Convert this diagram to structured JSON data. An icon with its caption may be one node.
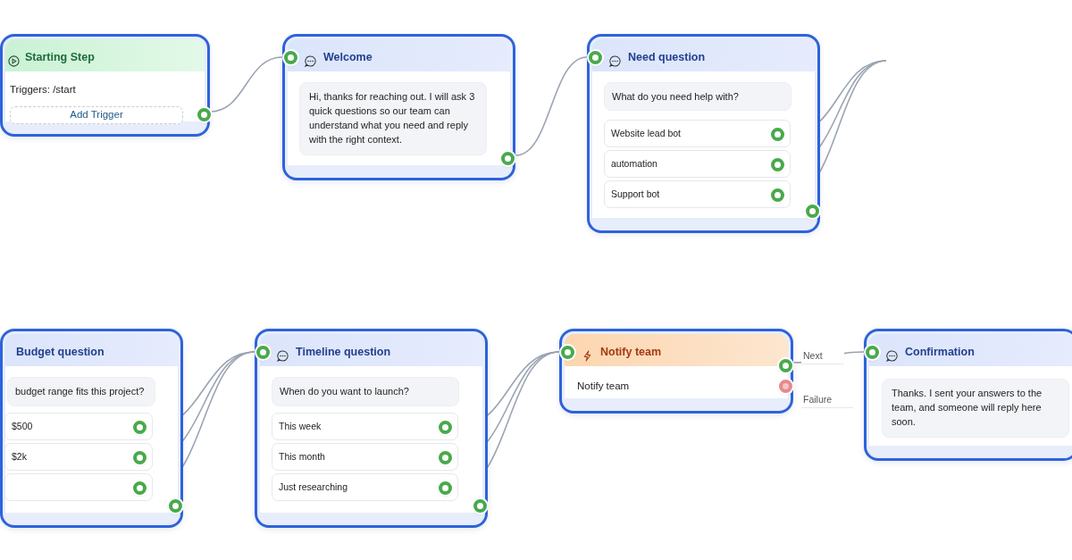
{
  "diagram": {
    "nodes": [
      {
        "text": [
          "Starting Step",
          "Triggers: /start",
          "Add Trigger"
        ]
      },
      {
        "text": [
          "Welcome",
          "Hi, thanks for reaching out. I will ask 3 quick questions so our team can understand what you need and reply with the right context."
        ]
      },
      {
        "text": [
          "Need question",
          "What do you need help with?"
        ]
      },
      {
        "text": [
          "Website lead bot"
        ],
        "in": 2
      },
      {
        "text": [
          "automation"
        ],
        "in": 2
      },
      {
        "text": [
          "Support bot"
        ],
        "in": 2
      },
      {
        "text": [
          "Budget question",
          "budget range fits this project?"
        ]
      },
      {
        "text": [
          "$500"
        ],
        "in": 6
      },
      {
        "text": [
          "$2k"
        ],
        "in": 6
      },
      {
        "text": [],
        "shape": "box",
        "in": 6
      },
      {
        "text": [
          "Timeline question",
          "When do you want to launch?"
        ]
      },
      {
        "text": [
          "This week"
        ],
        "in": 10
      },
      {
        "text": [
          "This month"
        ],
        "in": 10
      },
      {
        "text": [
          "Just researching"
        ],
        "in": 10
      },
      {
        "text": [
          "Notify team",
          "Notify team"
        ]
      },
      {
        "text": [
          "Confirmation",
          "Thanks. I sent your answers to the team, and someone will reply here soon."
        ]
      }
    ],
    "edges": [
      {
        "from": 0,
        "to": 1,
        "arrow": "none"
      },
      {
        "from": 1,
        "to": 2,
        "arrow": "none"
      },
      {
        "from": 3,
        "to": null,
        "arrow": "none"
      },
      {
        "from": 4,
        "to": null,
        "arrow": "none"
      },
      {
        "from": 5,
        "to": null,
        "arrow": "none"
      },
      {
        "from": 7,
        "to": 10,
        "arrow": "none"
      },
      {
        "from": 8,
        "to": 10,
        "arrow": "none"
      },
      {
        "from": 9,
        "to": 10,
        "arrow": "none"
      },
      {
        "from": 11,
        "to": 14,
        "arrow": "none"
      },
      {
        "from": 12,
        "to": 14,
        "arrow": "none"
      },
      {
        "from": 13,
        "to": 14,
        "arrow": "none"
      },
      {
        "from": 14,
        "to": 15,
        "arrow": "none"
      }
    ],
    "labels": [
      "Next",
      "Failure"
    ]
  }
}
